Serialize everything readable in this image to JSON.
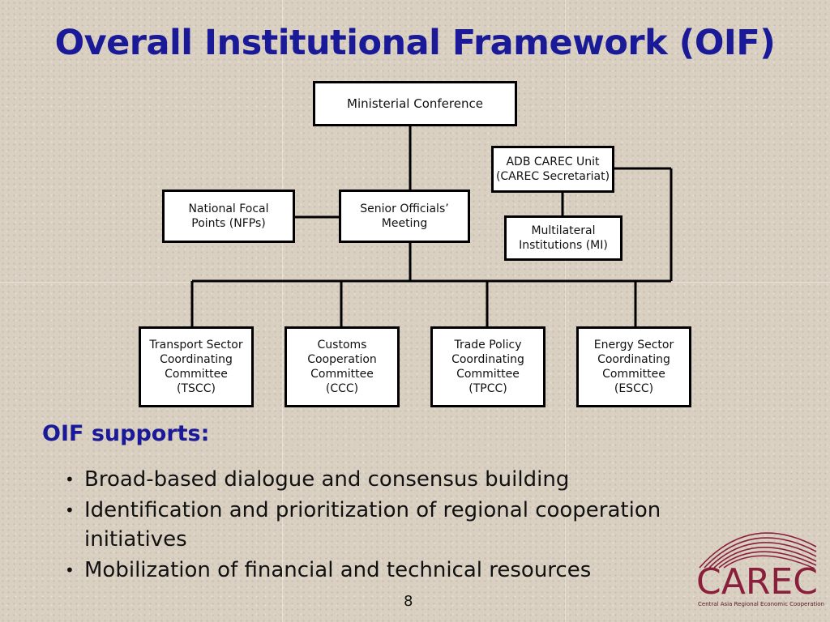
{
  "title": "Overall Institutional Framework (OIF)",
  "org_chart": {
    "ministerial": "Ministerial Conference",
    "adb_unit": "ADB CAREC Unit\n(CAREC Secretariat)",
    "nfp": "National Focal\nPoints (NFPs)",
    "som": "Senior Officials’\nMeeting",
    "mi": "Multilateral\nInstitutions (MI)",
    "tscc": "Transport Sector\nCoordinating\nCommittee\n(TSCC)",
    "ccc": "Customs\nCooperation\nCommittee\n(CCC)",
    "tpcc": "Trade Policy\nCoordinating\nCommittee\n(TPCC)",
    "escc": "Energy Sector\nCoordinating\nCommittee\n(ESCC)"
  },
  "supports": {
    "heading": "OIF supports:",
    "bullets": [
      "Broad-based dialogue and consensus building",
      "Identification and prioritization of regional cooperation initiatives",
      "Mobilization of financial and technical resources"
    ]
  },
  "page_number": "8",
  "logo": {
    "word": "CAREC",
    "tagline": "Central Asia Regional Economic Cooperation",
    "color": "#8a1f3c"
  },
  "colors": {
    "title": "#1a1a99",
    "heading": "#1a1a99"
  }
}
